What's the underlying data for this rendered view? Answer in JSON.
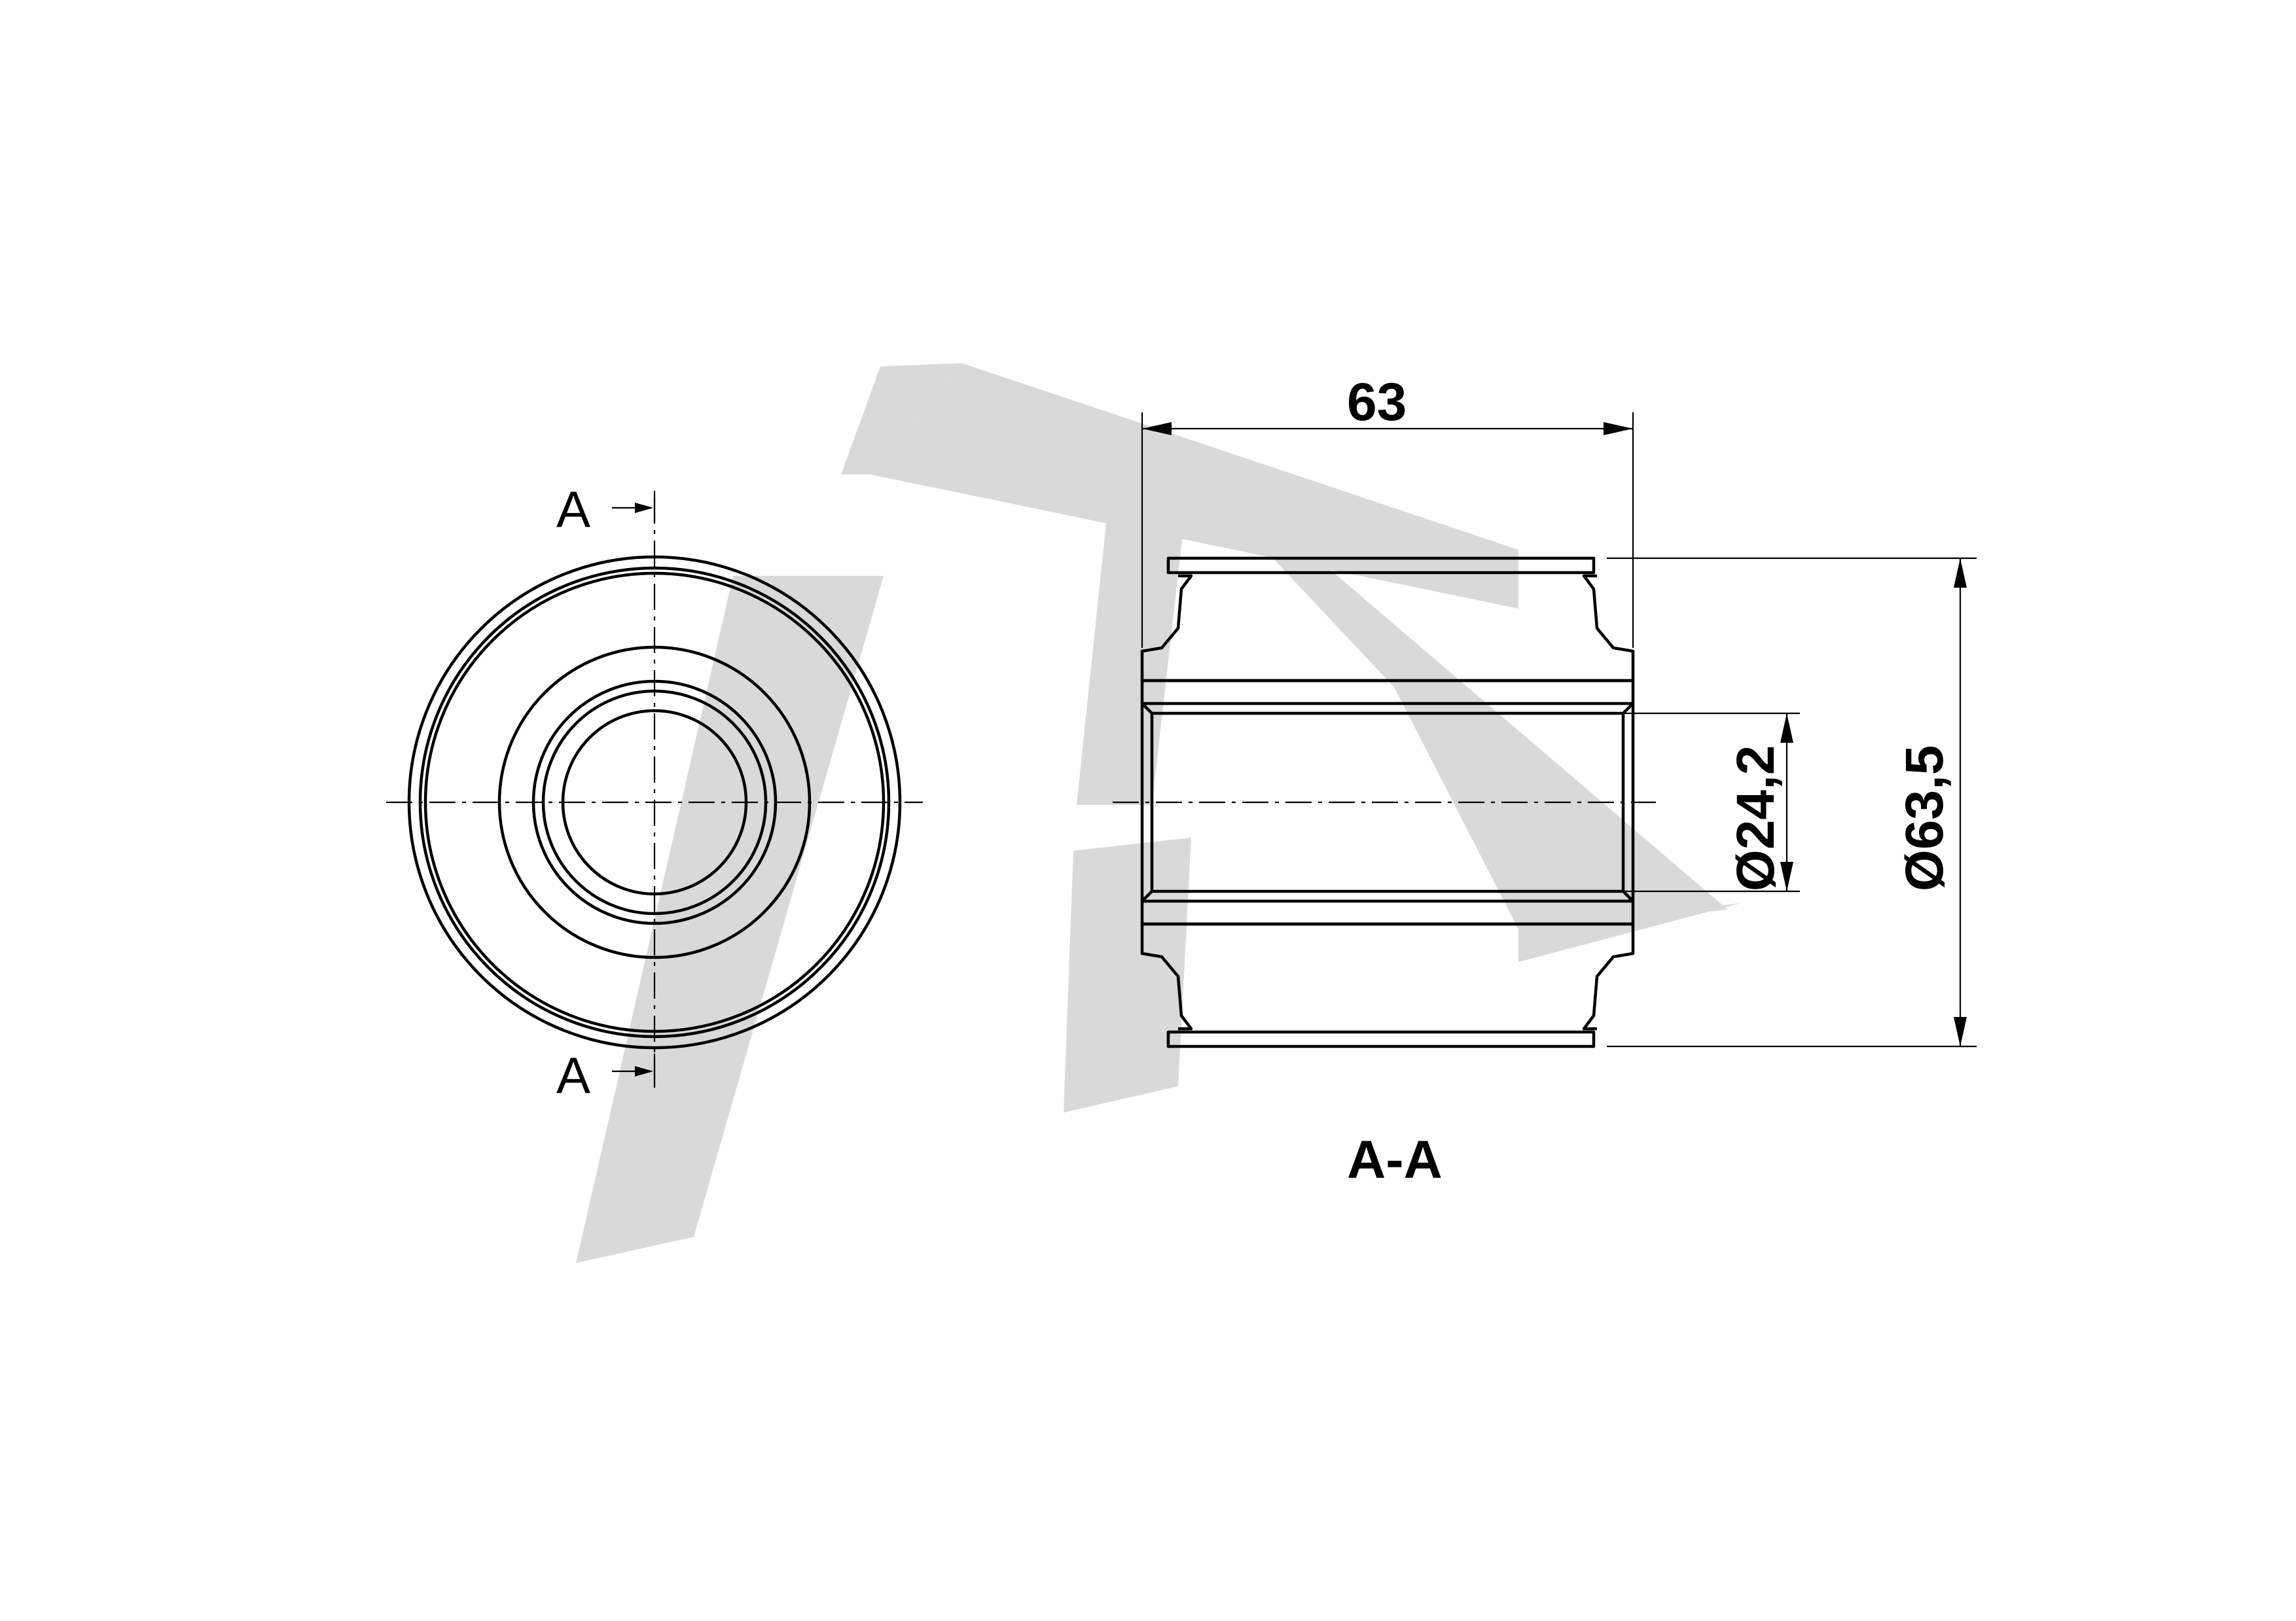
{
  "logo": {
    "initials": "JT",
    "color": "#d9d9d9"
  },
  "front_view": {
    "cut_label_top": "A",
    "cut_label_bottom": "A"
  },
  "section_view": {
    "title": "A-A",
    "dimensions": {
      "length": "63",
      "inner_diameter": "Ø24,2",
      "outer_diameter": "Ø63,5"
    }
  }
}
